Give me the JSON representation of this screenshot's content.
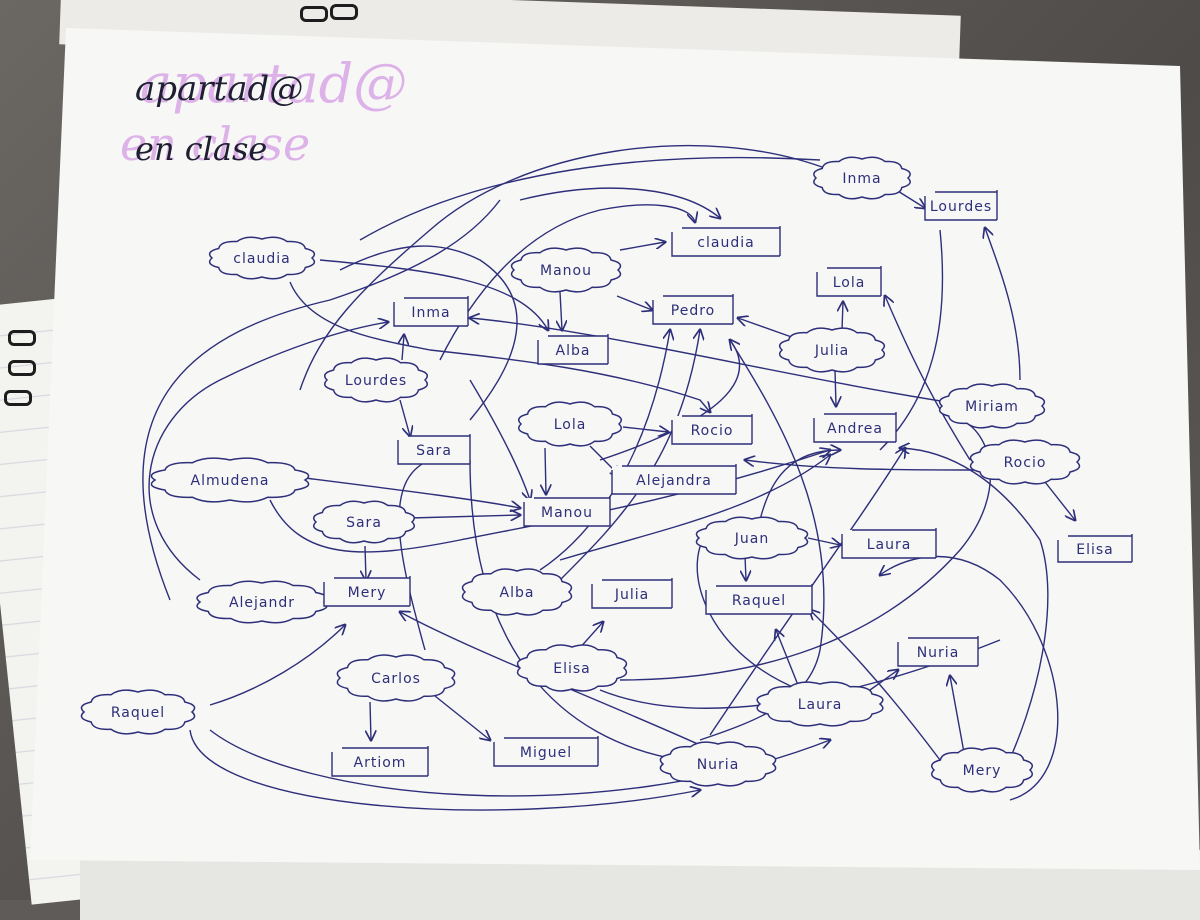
{
  "title": {
    "line1": "apartad@",
    "line2": "en clase"
  },
  "colors": {
    "ink": "#2e2f7a",
    "highlight": "#d9a6e6",
    "paper": "#f7f7f6"
  },
  "clouds": [
    {
      "id": "inma-cloud",
      "label": "Inma"
    },
    {
      "id": "claudia-cloud",
      "label": "claudia"
    },
    {
      "id": "manou-cloud",
      "label": "Manou"
    },
    {
      "id": "julia-cloud",
      "label": "Julia"
    },
    {
      "id": "lourdes-cloud",
      "label": "Lourdes"
    },
    {
      "id": "miriam-cloud",
      "label": "Miriam"
    },
    {
      "id": "lola-cloud",
      "label": "Lola"
    },
    {
      "id": "rocio-cloud",
      "label": "Rocio"
    },
    {
      "id": "almudena-cloud",
      "label": "Almudena"
    },
    {
      "id": "sara-cloud",
      "label": "Sara"
    },
    {
      "id": "juan-cloud",
      "label": "Juan"
    },
    {
      "id": "alejandr-cloud",
      "label": "Alejandr"
    },
    {
      "id": "alba-cloud",
      "label": "Alba"
    },
    {
      "id": "elisa-cloud",
      "label": "Elisa"
    },
    {
      "id": "carlos-cloud",
      "label": "Carlos"
    },
    {
      "id": "raquel-cloud",
      "label": "Raquel"
    },
    {
      "id": "laura-cloud",
      "label": "Laura"
    },
    {
      "id": "nuria-cloud",
      "label": "Nuria"
    },
    {
      "id": "mery-cloud",
      "label": "Mery"
    }
  ],
  "boxes": [
    {
      "id": "lourdes-box",
      "label": "Lourdes"
    },
    {
      "id": "claudia-box",
      "label": "claudia"
    },
    {
      "id": "lola-box",
      "label": "Lola"
    },
    {
      "id": "inma-box",
      "label": "Inma"
    },
    {
      "id": "pedro-box",
      "label": "Pedro"
    },
    {
      "id": "alba-box",
      "label": "Alba"
    },
    {
      "id": "rocio-box",
      "label": "Rocio"
    },
    {
      "id": "andrea-box",
      "label": "Andrea"
    },
    {
      "id": "sara-box",
      "label": "Sara"
    },
    {
      "id": "alejandra-box",
      "label": "Alejandra"
    },
    {
      "id": "manou-box",
      "label": "Manou"
    },
    {
      "id": "laura-box",
      "label": "Laura"
    },
    {
      "id": "elisa-box",
      "label": "Elisa"
    },
    {
      "id": "mery-box",
      "label": "Mery"
    },
    {
      "id": "julia-box",
      "label": "Julia"
    },
    {
      "id": "raquel-box",
      "label": "Raquel"
    },
    {
      "id": "nuria-box",
      "label": "Nuria"
    },
    {
      "id": "artiom-box",
      "label": "Artiom"
    },
    {
      "id": "miguel-box",
      "label": "Miguel"
    }
  ]
}
